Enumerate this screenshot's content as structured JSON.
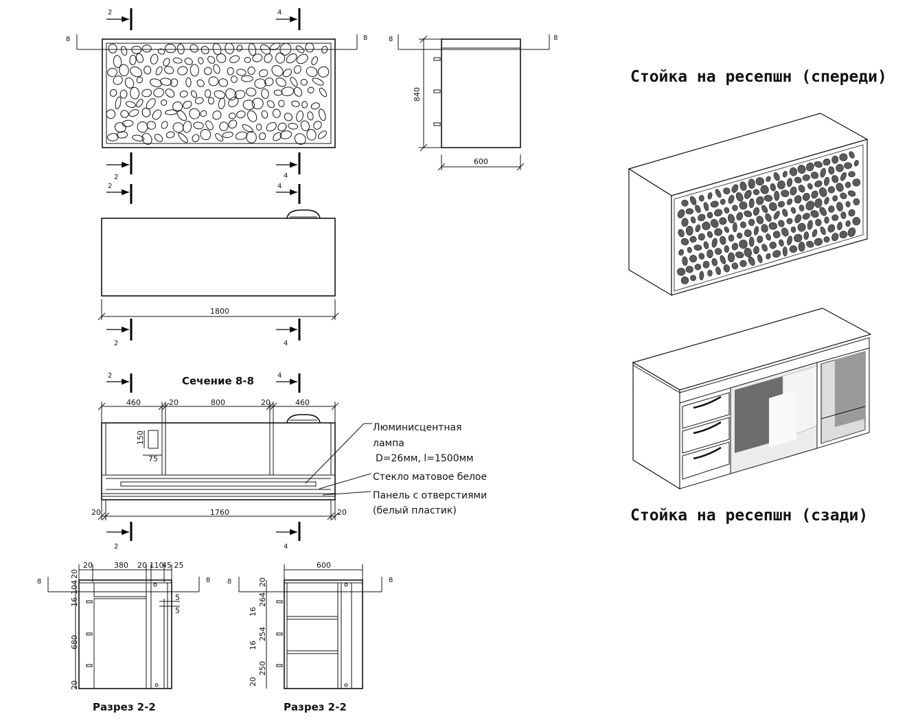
{
  "titles": {
    "front": "Стойка на ресепшн (спереди)",
    "back": "Стойка на ресепшн (сзади)"
  },
  "captions": {
    "section_8_8": "Сечение 8-8",
    "razrez_left": "Разрез 2-2",
    "razrez_right": "Разрез 2-2"
  },
  "notes": {
    "lamp_line1": "Люминисцентная",
    "lamp_line2": "лампа",
    "lamp_line3": "D=26мм, l=1500мм",
    "glass": "Стекло матовое белое",
    "panel_line1": "Панель с отверстиями",
    "panel_line2": "(белый пластик)"
  },
  "section_marks": {
    "two": "2",
    "four": "4",
    "eight": "8"
  },
  "dimensions": {
    "front_height": "840",
    "side_depth": "600",
    "top_length": "1800",
    "sec_460_left": "460",
    "sec_20_a": "20",
    "sec_800": "800",
    "sec_20_b": "20",
    "sec_460_right": "460",
    "sec_150": "150",
    "sec_75": "75",
    "sec_20_c": "20",
    "sec_1760": "1760",
    "sec_20_d": "20",
    "rl_20": "20",
    "rl_380": "380",
    "rl_20_110": "20 110",
    "rl_45_25": "45 25",
    "rl_20v": "20",
    "rl_104": "104",
    "rl_16": "16",
    "rl_680": "680",
    "rl_5a": "5",
    "rl_5b": "5",
    "rl_20b": "20",
    "rr_600": "600",
    "rr_20": "20",
    "rr_264": "264",
    "rr_16a": "16",
    "rr_254": "254",
    "rr_16b": "16",
    "rr_250": "250",
    "rr_20b": "20"
  }
}
